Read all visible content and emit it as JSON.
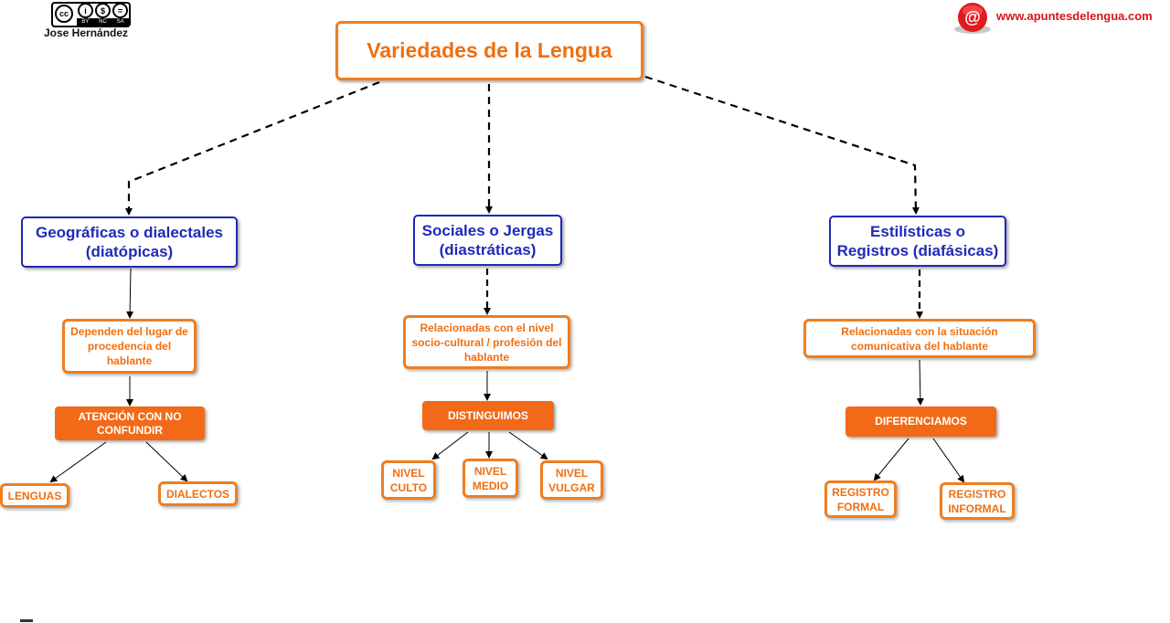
{
  "header": {
    "license": {
      "badge_symbols": [
        "cc",
        "i",
        "$",
        "="
      ],
      "badge_terms": [
        "BY",
        "NC",
        "SA"
      ],
      "icon": "creative-commons-by-nc-sa-badge"
    },
    "author": "Jose Hernández",
    "site": {
      "logo_icon": "at-sign-icon",
      "url": "www.apuntesdelengua.com"
    }
  },
  "diagram": {
    "title": "Variedades de la Lengua",
    "branches": [
      {
        "category": "Geográficas o dialectales (diatópicas)",
        "description": "Dependen del lugar de procedencia del hablante",
        "action": "ATENCIÓN CON NO CONFUNDIR",
        "items": [
          "LENGUAS",
          "DIALECTOS"
        ]
      },
      {
        "category": "Sociales o Jergas (diastráticas)",
        "description": "Relacionadas con el nivel socio-cultural / profesión del hablante",
        "action": "DISTINGUIMOS",
        "items": [
          "NIVEL CULTO",
          "NIVEL MEDIO",
          "NIVEL VULGAR"
        ]
      },
      {
        "category": "Estilísticas o Registros (diafásicas)",
        "description": "Relacionadas con la situación comunicativa del hablante",
        "action": "DIFERENCIAMOS",
        "items": [
          "REGISTRO FORMAL",
          "REGISTRO INFORMAL"
        ]
      }
    ]
  },
  "colors": {
    "accent_orange": "#f07d1e",
    "fill_orange": "#f26a17",
    "category_blue": "#1f2ab8",
    "site_red": "#d9151b"
  }
}
